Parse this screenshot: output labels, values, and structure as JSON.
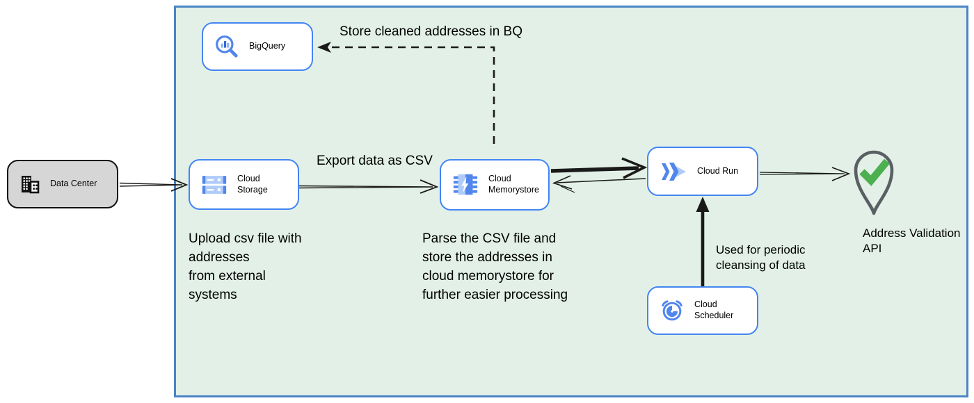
{
  "diagram": {
    "colors": {
      "container_fill": "#e2f0e7",
      "container_border": "#4a84c4",
      "node_border": "#4285f4",
      "icon_blue": "#5186ec",
      "icon_blue_light": "#aecbfa",
      "icon_blue_dark": "#3367d6",
      "check_green": "#4caf50",
      "datacenter_fill": "#d6d6d6",
      "arrow_black": "#1a1a1a"
    }
  },
  "nodes": {
    "data_center": {
      "label": "Data Center"
    },
    "bigquery": {
      "label": "BigQuery"
    },
    "cloud_storage": {
      "label": "Cloud Storage"
    },
    "cloud_memorystore": {
      "label": "Cloud\nMemorystore"
    },
    "cloud_run": {
      "label": "Cloud Run"
    },
    "cloud_scheduler": {
      "label": "Cloud Scheduler"
    },
    "address_validation_api": {
      "label": "Address Validation\nAPI"
    }
  },
  "annotations": {
    "store_cleaned_in_bq": "Store cleaned addresses in BQ",
    "export_data_as_csv": "Export data as CSV",
    "upload_csv_note": "Upload csv file with\naddresses\nfrom external\nsystems",
    "parse_csv_note": "Parse the CSV file and\nstore the addresses in\ncloud  memorystore for\nfurther easier processing",
    "periodic_cleansing_note": "Used for periodic\ncleansing of data"
  }
}
